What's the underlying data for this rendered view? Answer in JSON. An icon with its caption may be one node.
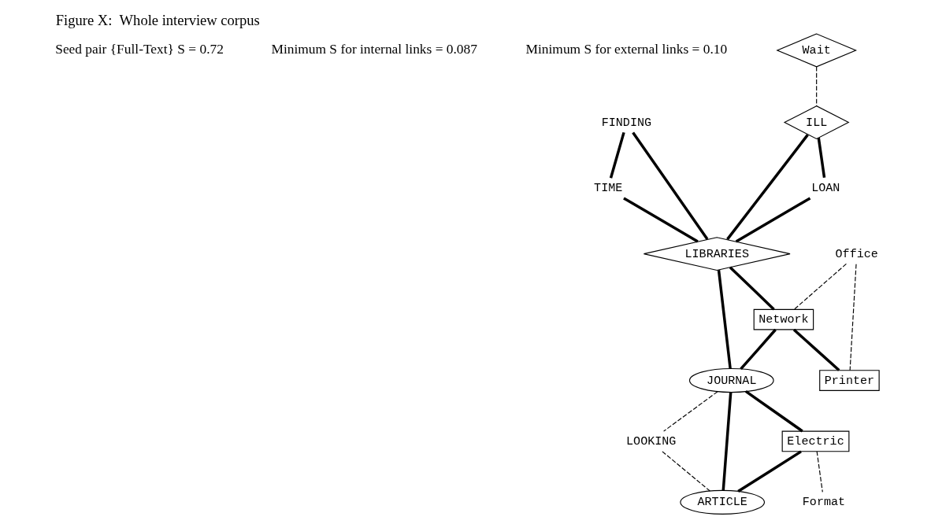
{
  "diagram": {
    "title": "Figure X:  Whole interview corpus",
    "nodes": [
      {
        "text": [
          "FINDING"
        ]
      },
      {
        "text": [
          "TIME"
        ]
      },
      {
        "text": [
          "Wait"
        ]
      },
      {
        "text": [
          "Office"
        ]
      },
      {
        "text": [
          "ILL"
        ]
      },
      {
        "text": [
          "LIBRARIES"
        ]
      },
      {
        "text": [
          "Network"
        ]
      },
      {
        "text": [
          "Printer"
        ]
      },
      {
        "text": [
          "LOAN"
        ]
      },
      {
        "text": [
          "JOURNAL"
        ]
      },
      {
        "text": [
          "Electric"
        ]
      },
      {
        "text": [
          "LOOKING"
        ]
      },
      {
        "text": [
          "ARTICLE"
        ]
      },
      {
        "text": [
          "Format"
        ]
      }
    ],
    "edges": [
      {
        "from": 0,
        "to": 1,
        "arrow": "none"
      },
      {
        "from": 0,
        "to": 5,
        "arrow": "none"
      },
      {
        "from": 1,
        "to": 5,
        "arrow": "none"
      },
      {
        "from": 2,
        "to": 4,
        "arrow": "none",
        "style": "dashed"
      },
      {
        "from": 3,
        "to": 6,
        "arrow": "none",
        "style": "dashed"
      },
      {
        "from": 3,
        "to": 7,
        "arrow": "none",
        "style": "dashed"
      },
      {
        "from": 4,
        "to": 5,
        "arrow": "none"
      },
      {
        "from": 5,
        "to": 6,
        "arrow": "none"
      },
      {
        "from": 6,
        "to": 7,
        "arrow": "none"
      },
      {
        "from": 4,
        "to": 8,
        "arrow": "none"
      },
      {
        "from": 8,
        "to": 5,
        "arrow": "none"
      },
      {
        "from": 5,
        "to": 9,
        "arrow": "none"
      },
      {
        "from": 6,
        "to": 9,
        "arrow": "none"
      },
      {
        "from": 9,
        "to": 10,
        "arrow": "none"
      },
      {
        "from": 9,
        "to": 11,
        "arrow": "none",
        "style": "dashed"
      },
      {
        "from": 10,
        "to": 12,
        "arrow": "none"
      },
      {
        "from": 9,
        "to": 12,
        "arrow": "none"
      },
      {
        "from": 11,
        "to": 12,
        "arrow": "none",
        "style": "dashed"
      },
      {
        "from": 10,
        "to": 13,
        "arrow": "none",
        "style": "dashed"
      }
    ],
    "labels": [
      "Seed pair {Full-Text} S = 0.72",
      "Minimum S for internal links = 0.087",
      "Minimum S for external links = 0.10"
    ]
  }
}
